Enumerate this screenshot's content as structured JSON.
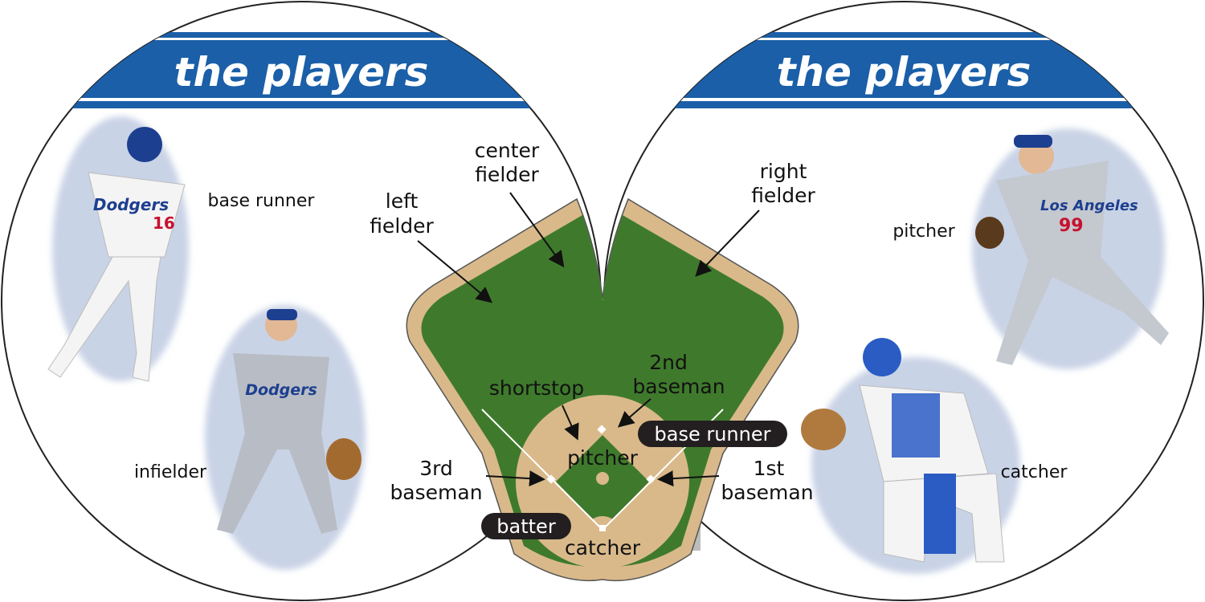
{
  "banners": {
    "left_title": "the players",
    "right_title": "the players"
  },
  "colors": {
    "banner_blue": "#1a5fa8",
    "grass": "#3f7a2c",
    "dirt": "#d9b98a",
    "pill": "#231f20"
  },
  "player_labels": {
    "base_runner": "base runner",
    "infielder": "infielder",
    "pitcher": "pitcher",
    "catcher": "catcher"
  },
  "field_labels": {
    "center_fielder": [
      "center",
      "fielder"
    ],
    "left_fielder": [
      "left",
      "fielder"
    ],
    "right_fielder": [
      "right",
      "fielder"
    ],
    "shortstop": "shortstop",
    "second_baseman": [
      "2nd",
      "baseman"
    ],
    "base_runner": "base runner",
    "pitcher": "pitcher",
    "third_baseman": [
      "3rd",
      "baseman"
    ],
    "first_baseman": [
      "1st",
      "baseman"
    ],
    "batter": "batter",
    "catcher": "catcher"
  },
  "jerseys": {
    "base_runner": "Dodgers",
    "base_runner_number": "16",
    "infielder": "Dodgers",
    "pitcher": "Los Angeles",
    "pitcher_number": "99"
  }
}
